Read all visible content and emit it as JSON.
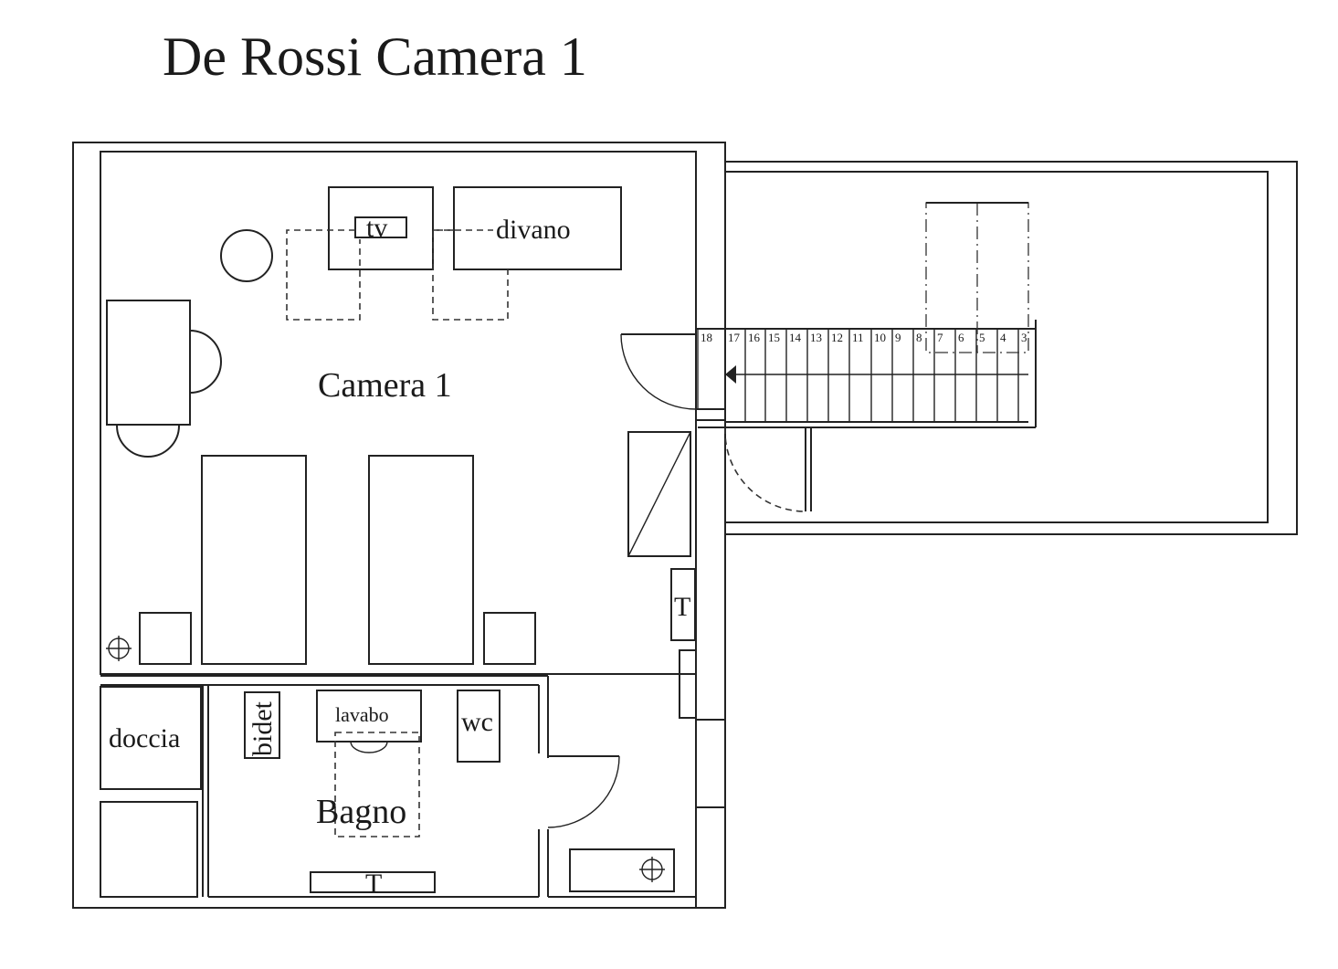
{
  "title": "De Rossi  Camera 1",
  "rooms": {
    "camera": "Camera 1",
    "bagno": "Bagno"
  },
  "furniture": {
    "tv": "tv",
    "divano": "divano",
    "doccia": "doccia",
    "bidet": "bidet",
    "lavabo": "lavabo",
    "wc": "wc",
    "radiator_camera": "T",
    "radiator_bagno": "T"
  },
  "stair_steps": [
    "18",
    "17",
    "16",
    "15",
    "14",
    "13",
    "12",
    "11",
    "10",
    "9",
    "8",
    "7",
    "6",
    "5",
    "4",
    "3"
  ],
  "colors": {
    "ink": "#222222",
    "background": "#ffffff"
  }
}
